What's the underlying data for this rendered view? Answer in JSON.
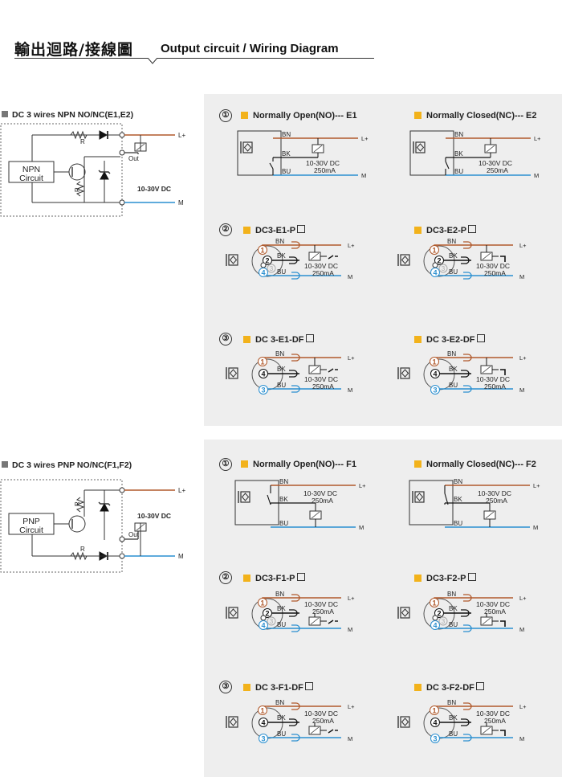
{
  "header": {
    "title_zh": "輸出迴路/接線圖",
    "title_en": "Output circuit / Wiring Diagram"
  },
  "colors": {
    "brown": "#b0592b",
    "blue": "#2a8fd0",
    "black": "#111111",
    "yellow": "#f2b21b",
    "panel": "#eeeeee"
  },
  "npn": {
    "title": "DC 3 wires NPN NO/NC(E1,E2)",
    "circuit_label": "NPN\nCircuit",
    "circuit_l1": "NPN",
    "circuit_l2": "Circuit",
    "r_label": "R",
    "out_label": "Out",
    "voltage": "10-30V DC",
    "lplus": "L+",
    "m": "M",
    "rows": [
      {
        "num": "①",
        "left": "Normally Open(NO)--- E1",
        "right": "Normally Closed(NC)--- E2"
      },
      {
        "num": "②",
        "left": "DC3-E1-P",
        "right": "DC3-E2-P"
      },
      {
        "num": "③",
        "left": "DC 3-E1-DF",
        "right": "DC 3-E2-DF"
      }
    ]
  },
  "pnp": {
    "title": "DC 3 wires PNP NO/NC(F1,F2)",
    "circuit_l1": "PNP",
    "circuit_l2": "Circuit",
    "r_label": "R",
    "out_label": "Out",
    "voltage": "10-30V DC",
    "lplus": "L+",
    "m": "M",
    "rows": [
      {
        "num": "①",
        "left": "Normally Open(NO)--- F1",
        "right": "Normally Closed(NC)--- F2"
      },
      {
        "num": "②",
        "left": "DC3-F1-P",
        "right": "DC3-F2-P"
      },
      {
        "num": "③",
        "left": "DC 3-F1-DF",
        "right": "DC 3-F2-DF"
      }
    ]
  },
  "wires": {
    "bn": "BN",
    "bk": "BK",
    "bu": "BU",
    "voltage": "10-30V DC",
    "current": "250mA",
    "lplus": "L+",
    "m": "M"
  },
  "pins": {
    "p1": "1",
    "p2": "2",
    "p3": "3",
    "p4": "4"
  }
}
